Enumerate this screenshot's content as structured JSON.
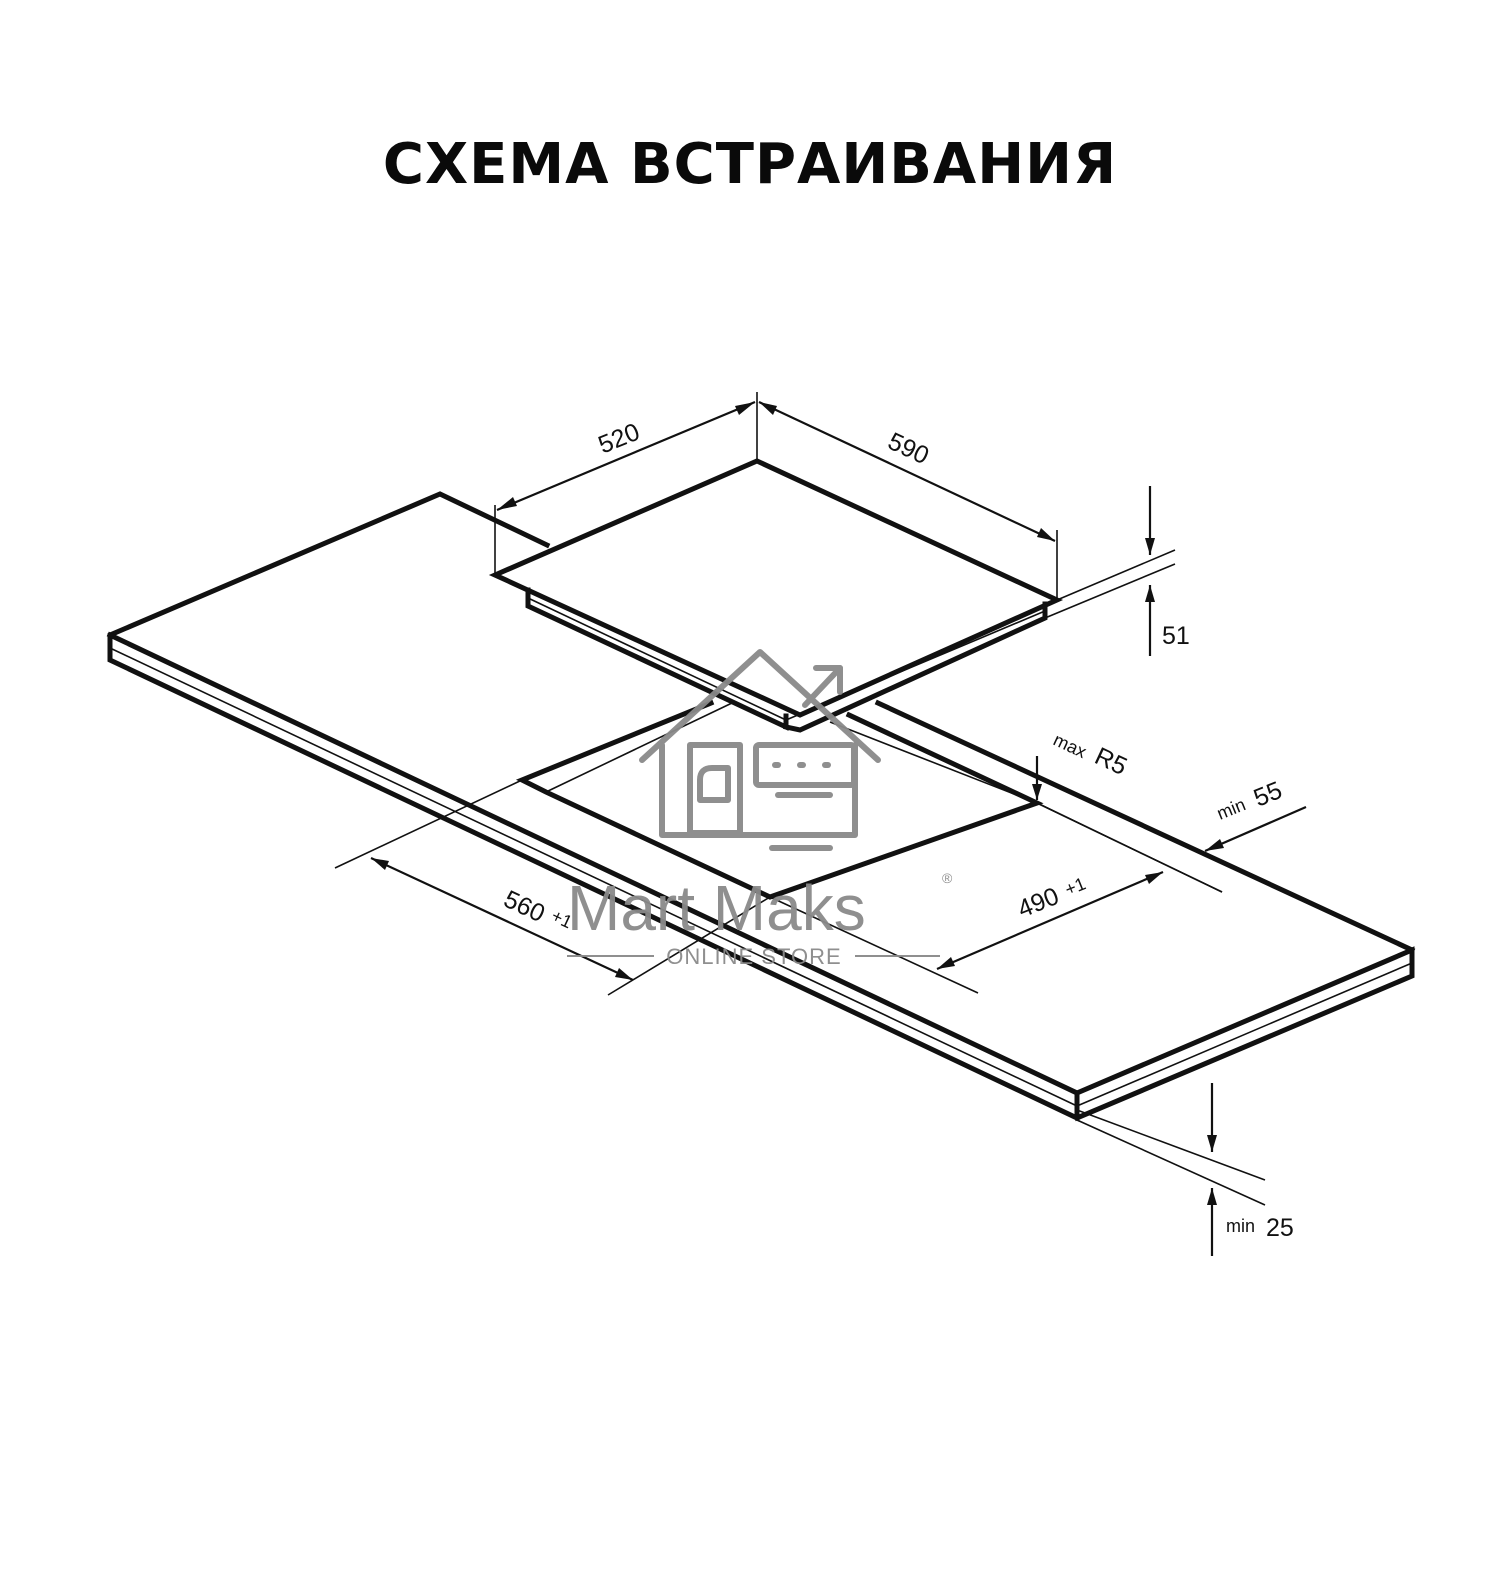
{
  "title": "СХЕМА ВСТРАИВАНИЯ",
  "dimensions": {
    "hob_depth": "520",
    "hob_width": "590",
    "hob_height": "51",
    "corner_radius_prefix": "max",
    "corner_radius": "R5",
    "edge_distance_prefix": "min",
    "edge_distance": "55",
    "cutout_width": "560",
    "cutout_width_tolerance": "+1",
    "cutout_depth": "490",
    "cutout_depth_tolerance": "+1",
    "worktop_thickness_prefix": "min",
    "worktop_thickness": "25"
  },
  "watermark": {
    "brand": "Mart Maks",
    "registered": "®",
    "tagline": "ONLINE STORE",
    "color": "#8a8a8a"
  },
  "colors": {
    "line": "#111111",
    "background": "#ffffff"
  }
}
